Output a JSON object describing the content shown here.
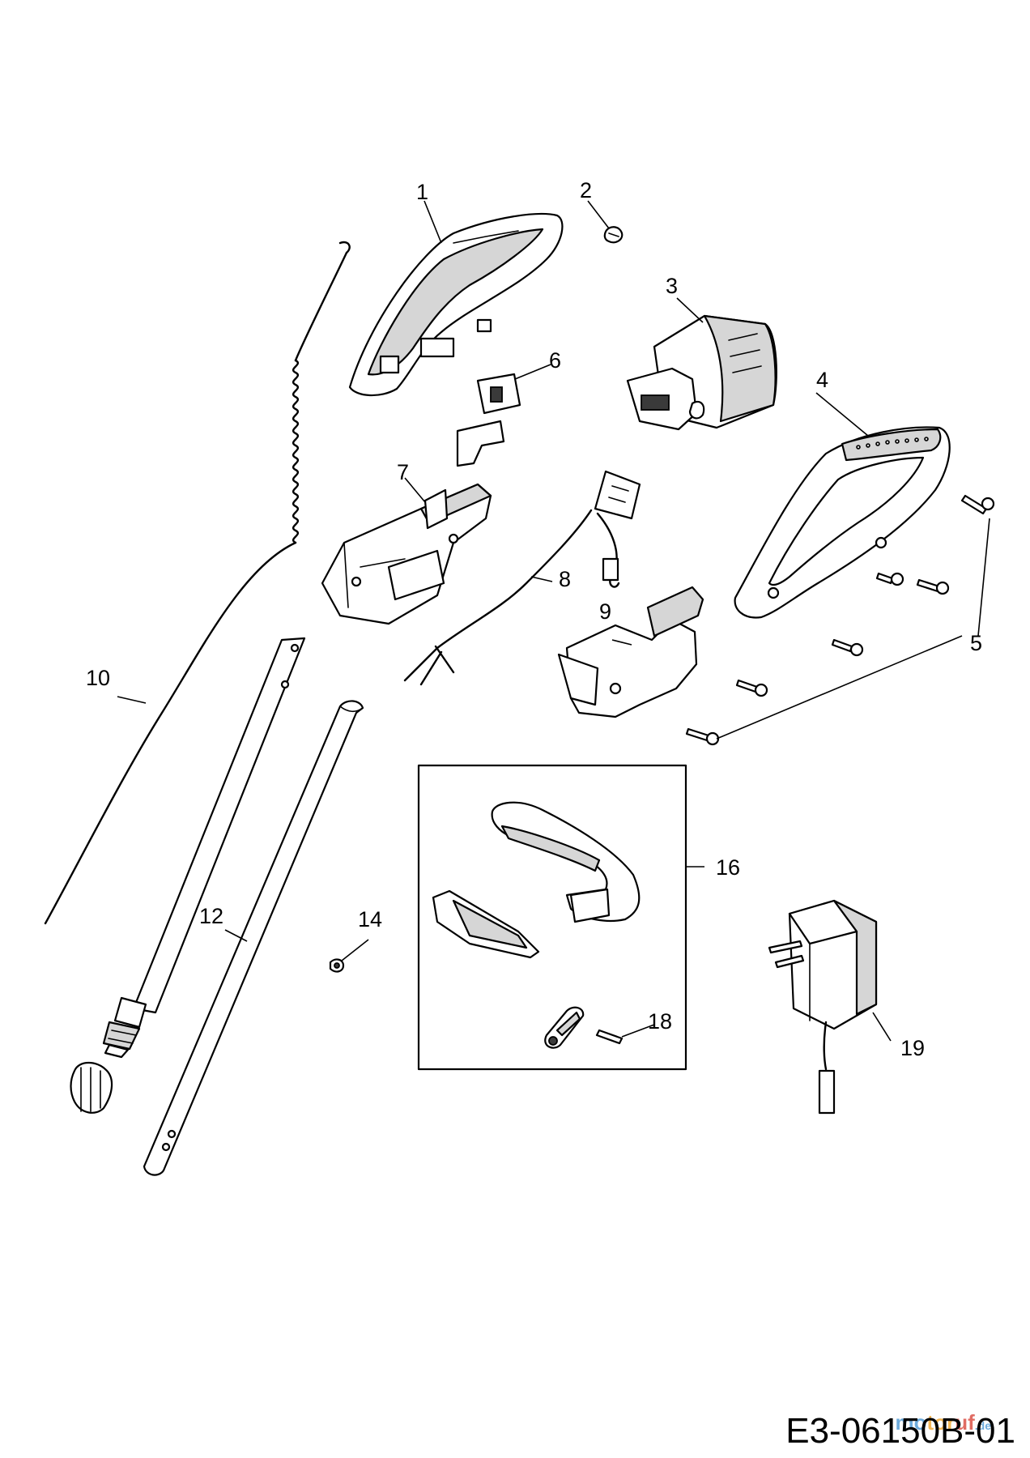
{
  "callouts": {
    "c1": "1",
    "c2": "2",
    "c3": "3",
    "c4": "4",
    "c5": "5",
    "c6": "6",
    "c7": "7",
    "c8": "8",
    "c9": "9",
    "c10": "10",
    "c12": "12",
    "c14": "14",
    "c16": "16",
    "c18": "18",
    "c19": "19"
  },
  "document_id": "E3-06150B-01",
  "watermark": {
    "part_a": "mo",
    "part_b": "tor",
    "part_c": "uf",
    "suffix": ".de"
  },
  "colors": {
    "line": "#000000",
    "background": "#ffffff",
    "watermark_blue": "#3d8fd1",
    "watermark_orange": "#f0a020",
    "watermark_red": "#d63b2f"
  }
}
